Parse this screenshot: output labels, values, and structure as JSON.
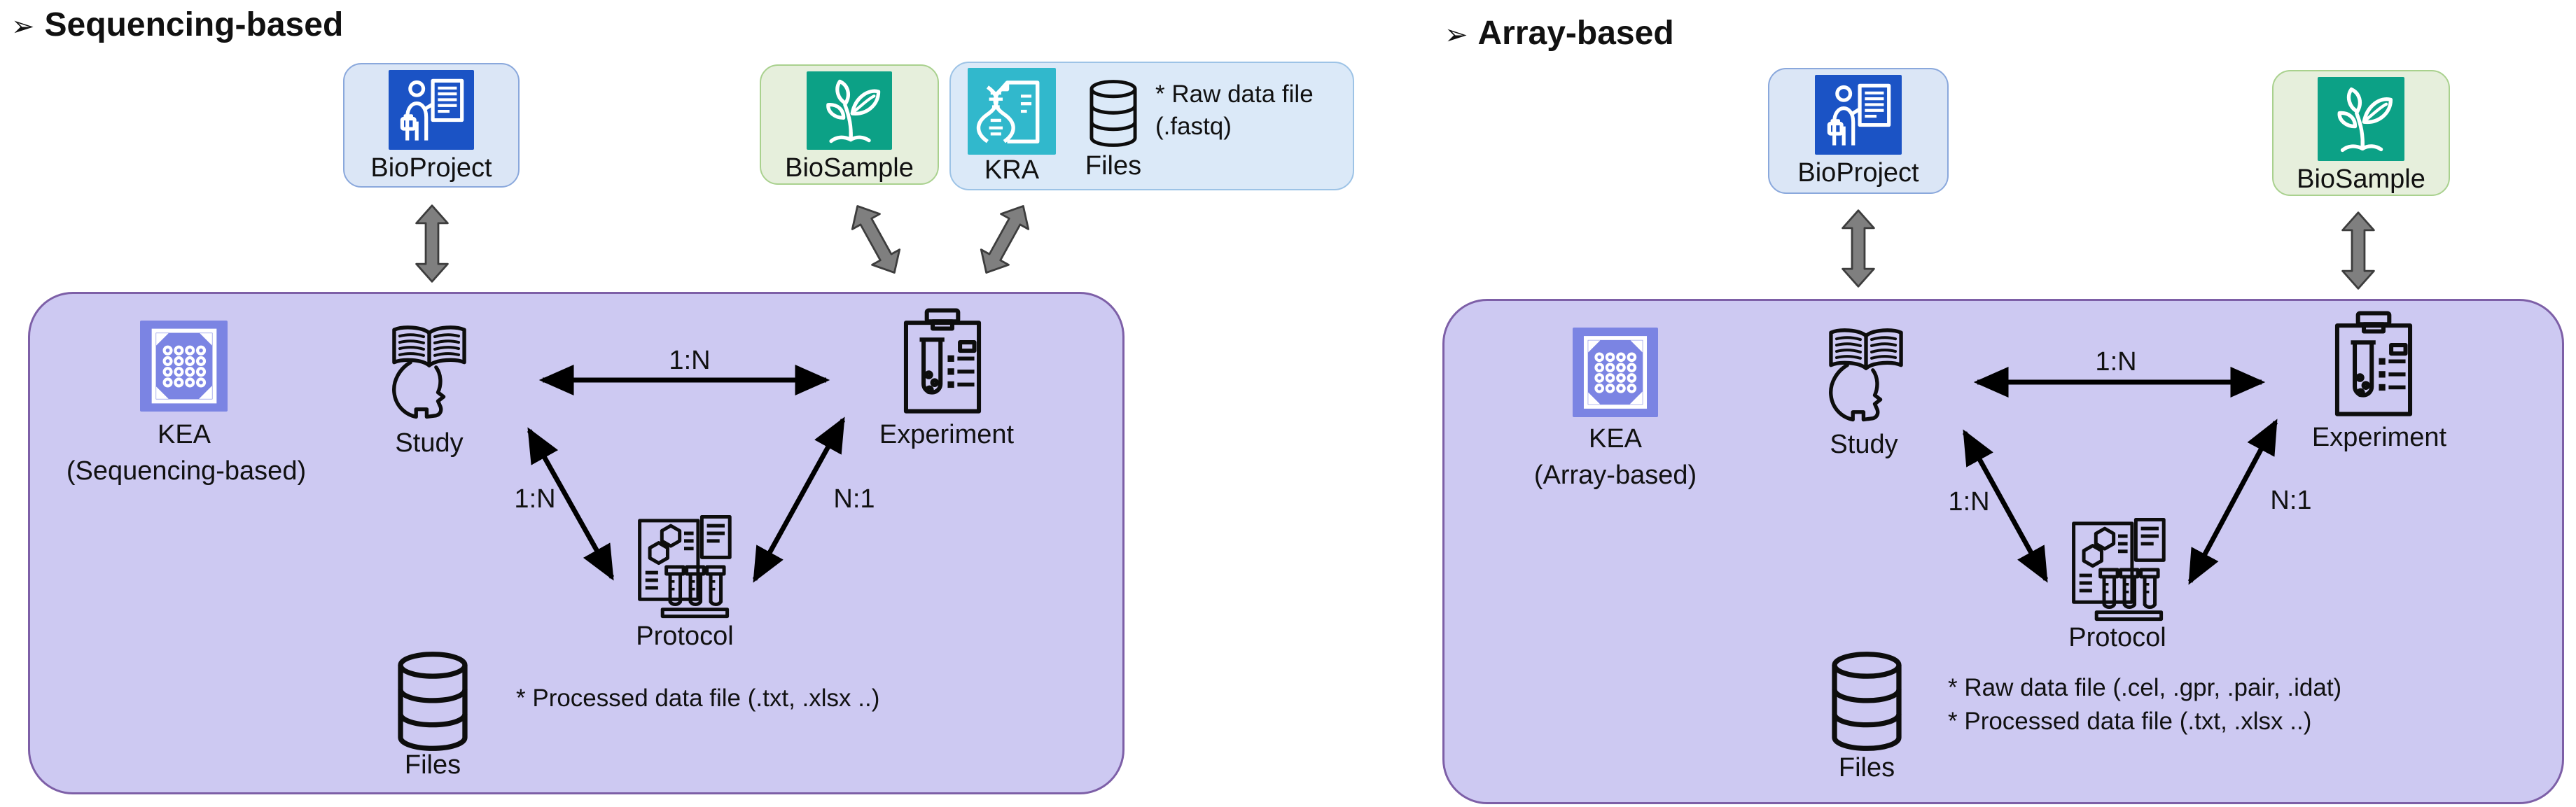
{
  "bullet": "➢",
  "colors": {
    "panel_fill": "#cdc9f2",
    "panel_border": "#7d5fa7",
    "bioproject_box_fill": "#dbe6f6",
    "bioproject_box_border": "#8aa8dc",
    "bioproject_icon_bg": "#1b53c5",
    "biosample_box_fill": "#e6efdc",
    "biosample_box_border": "#a9d18e",
    "biosample_icon_bg": "#0ca186",
    "kra_box_fill": "#dbe9f8",
    "kra_box_border": "#9dc3e6",
    "kra_icon_bg": "#31b8cc",
    "kea_icon_bg": "#7b84e3",
    "connector_gray": "#7f7f7f",
    "arrow_black": "#000000"
  },
  "left": {
    "title": "Sequencing-based",
    "bioproject_label": "BioProject",
    "biosample_label": "BioSample",
    "kra_label": "KRA",
    "kra_files_label": "Files",
    "kra_note_line1": "* Raw data file",
    "kra_note_line2": "(.fastq)",
    "kea_label": "KEA",
    "kea_sublabel": "(Sequencing-based)",
    "study_label": "Study",
    "experiment_label": "Experiment",
    "protocol_label": "Protocol",
    "files_label": "Files",
    "rel_study_experiment": "1:N",
    "rel_study_protocol": "1:N",
    "rel_experiment_protocol": "N:1",
    "processed_note": "* Processed data file (.txt, .xlsx ..)"
  },
  "right": {
    "title": "Array-based",
    "bioproject_label": "BioProject",
    "biosample_label": "BioSample",
    "kea_label": "KEA",
    "kea_sublabel": "(Array-based)",
    "study_label": "Study",
    "experiment_label": "Experiment",
    "protocol_label": "Protocol",
    "files_label": "Files",
    "rel_study_experiment": "1:N",
    "rel_study_protocol": "1:N",
    "rel_experiment_protocol": "N:1",
    "raw_note": "* Raw data file (.cel, .gpr, .pair, .idat)",
    "processed_note": "* Processed data file (.txt, .xlsx ..)"
  }
}
